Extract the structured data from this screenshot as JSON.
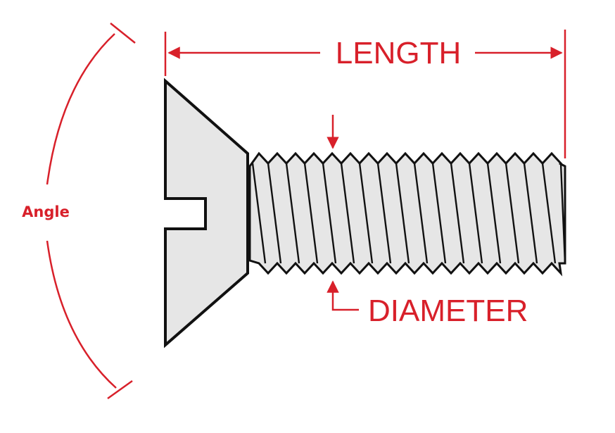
{
  "labels": {
    "length": "LENGTH",
    "diameter": "DIAMETER",
    "angle": "Angle"
  },
  "colors": {
    "annotation": "#d8202a",
    "screw_fill": "#e6e6e6",
    "screw_outline": "#111111"
  }
}
